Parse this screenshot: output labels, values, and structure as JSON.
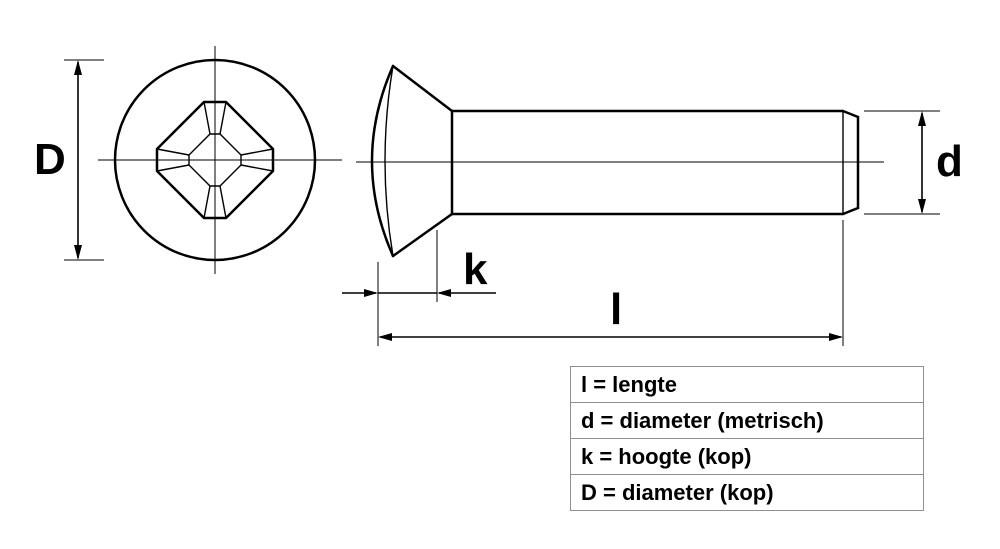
{
  "labels": {
    "D": "D",
    "d": "d",
    "k": "k",
    "l": "l"
  },
  "legend": {
    "rows": [
      "l = lengte",
      "d = diameter (metrisch)",
      "k = hoogte (kop)",
      "D = diameter (kop)"
    ]
  },
  "colors": {
    "line": "#000000",
    "background": "#ffffff",
    "table_border": "#8f8f8f"
  }
}
